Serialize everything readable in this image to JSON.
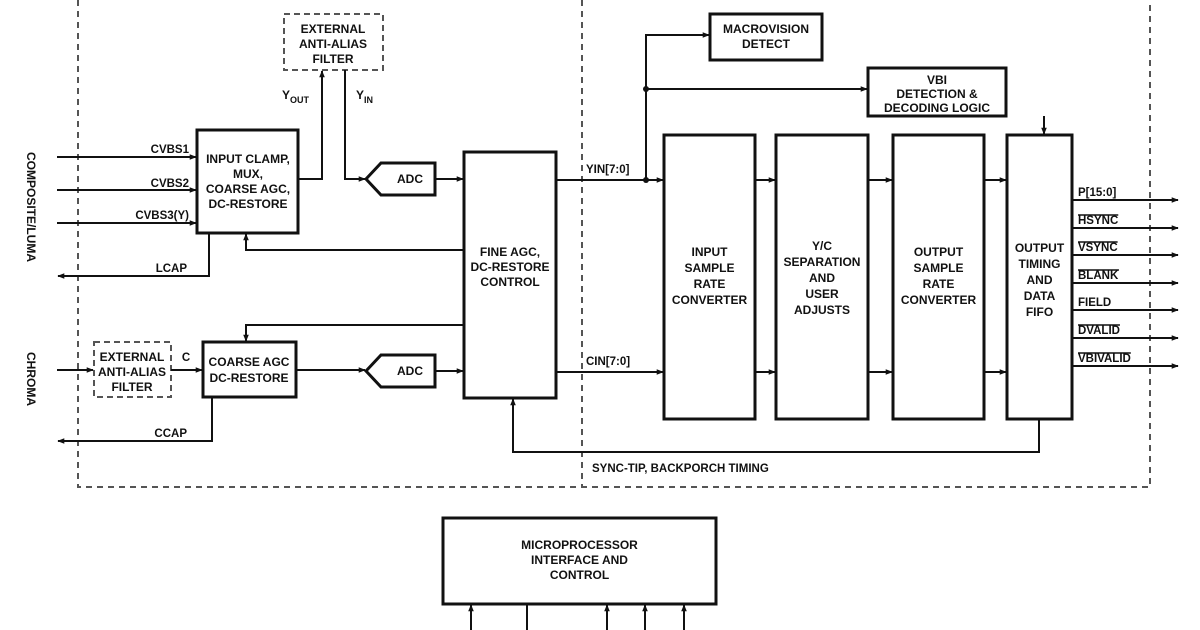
{
  "side_labels": {
    "composite_luma": "COMPOSITE/LUMA",
    "chroma": "CHROMA"
  },
  "blocks": {
    "ext_filter_top": [
      "EXTERNAL",
      "ANTI-ALIAS",
      "FILTER"
    ],
    "input_clamp": [
      "INPUT CLAMP,",
      "MUX,",
      "COARSE AGC,",
      "DC-RESTORE"
    ],
    "adc_top": [
      "ADC"
    ],
    "fine_agc": [
      "FINE AGC,",
      "DC-RESTORE",
      "CONTROL"
    ],
    "ext_filter_bottom": [
      "EXTERNAL",
      "ANTI-ALIAS",
      "FILTER"
    ],
    "coarse_agc": [
      "COARSE AGC",
      "DC-RESTORE"
    ],
    "adc_bottom": [
      "ADC"
    ],
    "macrovision": [
      "MACROVISION",
      "DETECT"
    ],
    "vbi": [
      "VBI",
      "DETECTION &",
      "DECODING LOGIC"
    ],
    "input_src": [
      "INPUT",
      "SAMPLE",
      "RATE",
      "CONVERTER"
    ],
    "yc_sep": [
      "Y/C",
      "SEPARATION",
      "AND",
      "USER",
      "ADJUSTS"
    ],
    "output_src": [
      "OUTPUT",
      "SAMPLE",
      "RATE",
      "CONVERTER"
    ],
    "output_timing": [
      "OUTPUT",
      "TIMING",
      "AND",
      "DATA",
      "FIFO"
    ],
    "microprocessor": [
      "MICROPROCESSOR",
      "INTERFACE AND",
      "CONTROL"
    ]
  },
  "signals": {
    "cvbs1": "CVBS1",
    "cvbs2": "CVBS2",
    "cvbs3": "CVBS3(Y)",
    "lcap": "LCAP",
    "c": "C",
    "ccap": "CCAP",
    "yout_main": "Y",
    "yout_sub": "OUT",
    "yin_main": "Y",
    "yin_sub": "IN",
    "yin_bus": "YIN[7:0]",
    "cin_bus": "CIN[7:0]",
    "sync_tip": "SYNC-TIP, BACKPORCH TIMING"
  },
  "outputs": [
    "P[15:0]",
    "HSYNC",
    "VSYNC",
    "BLANK",
    "FIELD",
    "DVALID",
    "VBIVALID"
  ],
  "output_overlined": [
    false,
    true,
    true,
    true,
    false,
    true,
    true
  ]
}
